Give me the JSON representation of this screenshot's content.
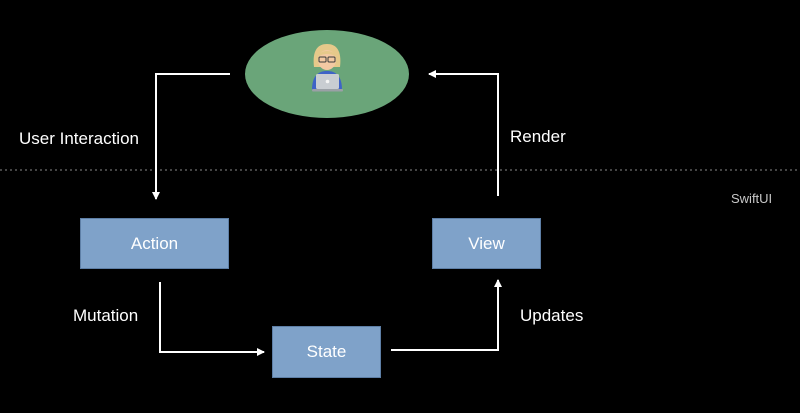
{
  "nodes": {
    "action": "Action",
    "view": "View",
    "state": "State"
  },
  "edges": {
    "user_interaction": "User Interaction",
    "render": "Render",
    "mutation": "Mutation",
    "updates": "Updates"
  },
  "boundary_label": "SwiftUI",
  "user_icon": "person-with-laptop-icon",
  "colors": {
    "background": "#000000",
    "box_fill": "#7FA2C9",
    "user_ellipse": "#6AA579",
    "arrow": "#FFFFFF",
    "divider": "#8A8A8A"
  }
}
